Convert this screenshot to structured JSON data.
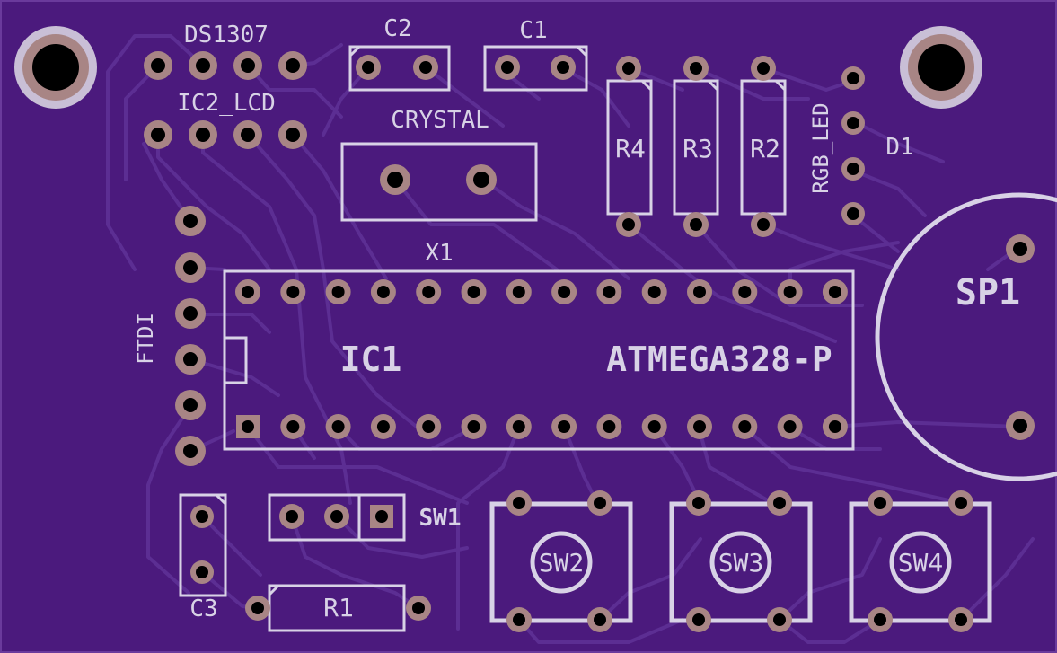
{
  "board": {
    "colors": {
      "substrate": "#4b1a7d",
      "trace": "#5a2d90",
      "silk": "#d8d2e6",
      "pad": "#a88585",
      "hole": "#000000"
    }
  },
  "labels": {
    "ds1307": "DS1307",
    "ic2_lcd": "IC2_LCD",
    "c2": "C2",
    "c1": "C1",
    "crystal": "CRYSTAL",
    "x1": "X1",
    "r4": "R4",
    "r3": "R3",
    "r2": "R2",
    "rgb_led": "RGB_LED",
    "d1": "D1",
    "sp1": "SP1",
    "ftdi": "FTDI",
    "ic1": "IC1",
    "atmega": "ATMEGA328-P",
    "sw1": "SW1",
    "sw2": "SW2",
    "sw3": "SW3",
    "sw4": "SW4",
    "c3": "C3",
    "r1": "R1"
  }
}
